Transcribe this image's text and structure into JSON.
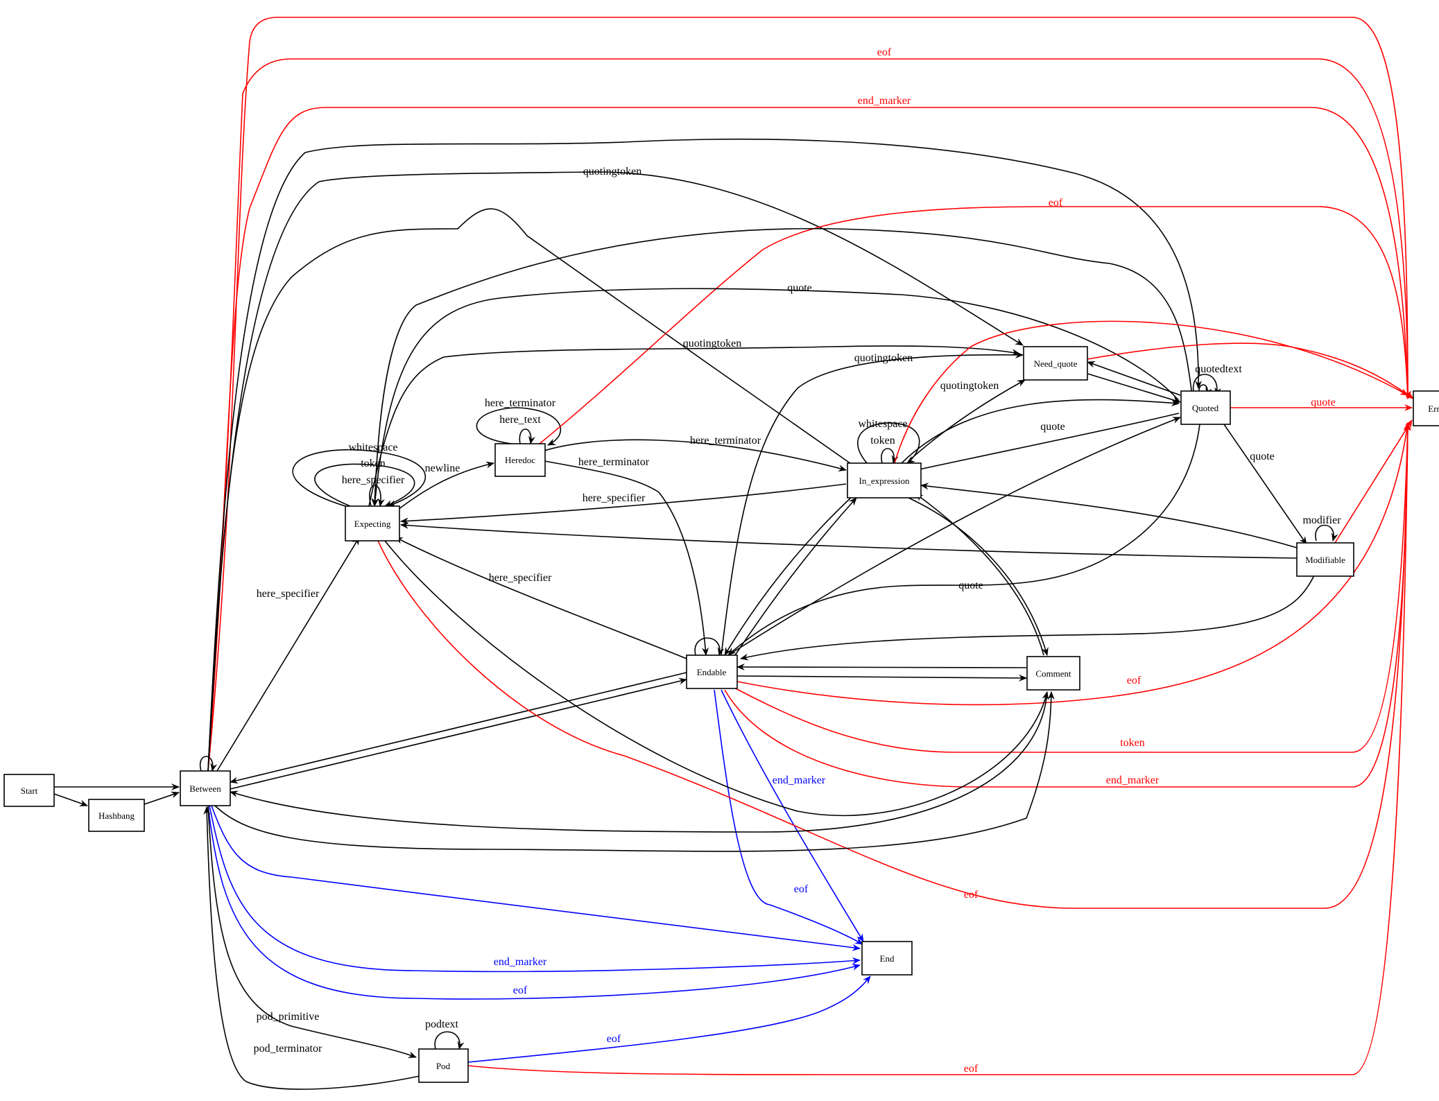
{
  "colors": {
    "black": "#000000",
    "red": "#ff0000",
    "blue": "#0000ff"
  },
  "nodes": {
    "start": "Start",
    "hashbang": "Hashbang",
    "between": "Between",
    "expecting": "Expecting",
    "heredoc": "Heredoc",
    "in_expression": "In_expression",
    "need_quote": "Need_quote",
    "quoted": "Quoted",
    "error": "Error",
    "modifiable": "Modifiable",
    "endable": "Endable",
    "comment": "Comment",
    "end": "End",
    "pod": "Pod"
  },
  "labels": {
    "eof": "eof",
    "end_marker": "end_marker",
    "quotingtoken": "quotingtoken",
    "quote": "quote",
    "here_terminator": "here_terminator",
    "here_text": "here_text",
    "whitespace": "whitespace",
    "token": "token",
    "here_specifier": "here_specifier",
    "newline": "newline",
    "quotedtext": "quotedtext",
    "modifier": "modifier",
    "pod_primitive": "pod_primitive",
    "pod_terminator": "pod_terminator",
    "podtext": "podtext"
  }
}
